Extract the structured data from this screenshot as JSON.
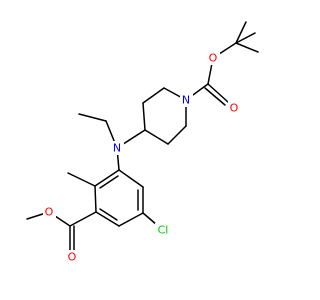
{
  "molecule": {
    "colors": {
      "bond": "#000000",
      "carbon": "#000000",
      "oxygen": "#ff0000",
      "nitrogen": "#0000ff",
      "chlorine": "#00cc00",
      "background": "#ffffff"
    },
    "atom_labels": {
      "boc_ester_oxygen": "O",
      "boc_carbonyl_oxygen": "O",
      "piperidine_nitrogen": "N",
      "amine_nitrogen": "N",
      "methyl_ester_oxygen": "O",
      "ester_carbonyl_oxygen": "O",
      "chlorine": "Cl"
    }
  }
}
